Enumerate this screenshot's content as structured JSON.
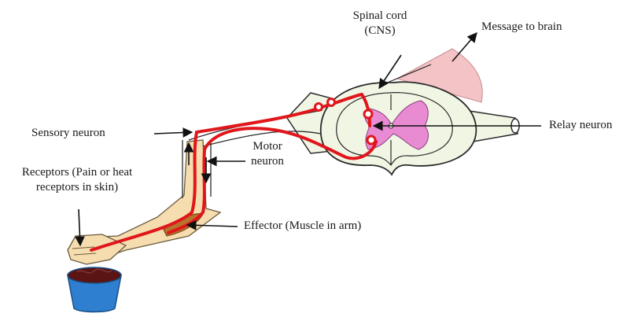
{
  "labels": {
    "spinal_cord_line1": "Spinal cord",
    "spinal_cord_line2": "(CNS)",
    "message_to_brain": "Message to brain",
    "sensory_neuron": "Sensory neuron",
    "relay_neuron": "Relay neuron",
    "motor_neuron_line1": "Motor",
    "motor_neuron_line2": "neuron",
    "receptors_line1": "Receptors (Pain or heat",
    "receptors_line2": "receptors in skin)",
    "effector": "Effector (Muscle in arm)"
  },
  "colors": {
    "nerve_pathway": "#e0161b",
    "grey_matter": "#e98bd3",
    "white_matter": "#f1f6e4",
    "spinal_outline": "#2b2b2b",
    "skin": "#f5ddb0",
    "muscle": "#b7742a",
    "brain_cone": "#f4c3c6",
    "cup_blue": "#2e7fd0",
    "cup_liquid": "#5a1414",
    "arrow": "#111111"
  }
}
